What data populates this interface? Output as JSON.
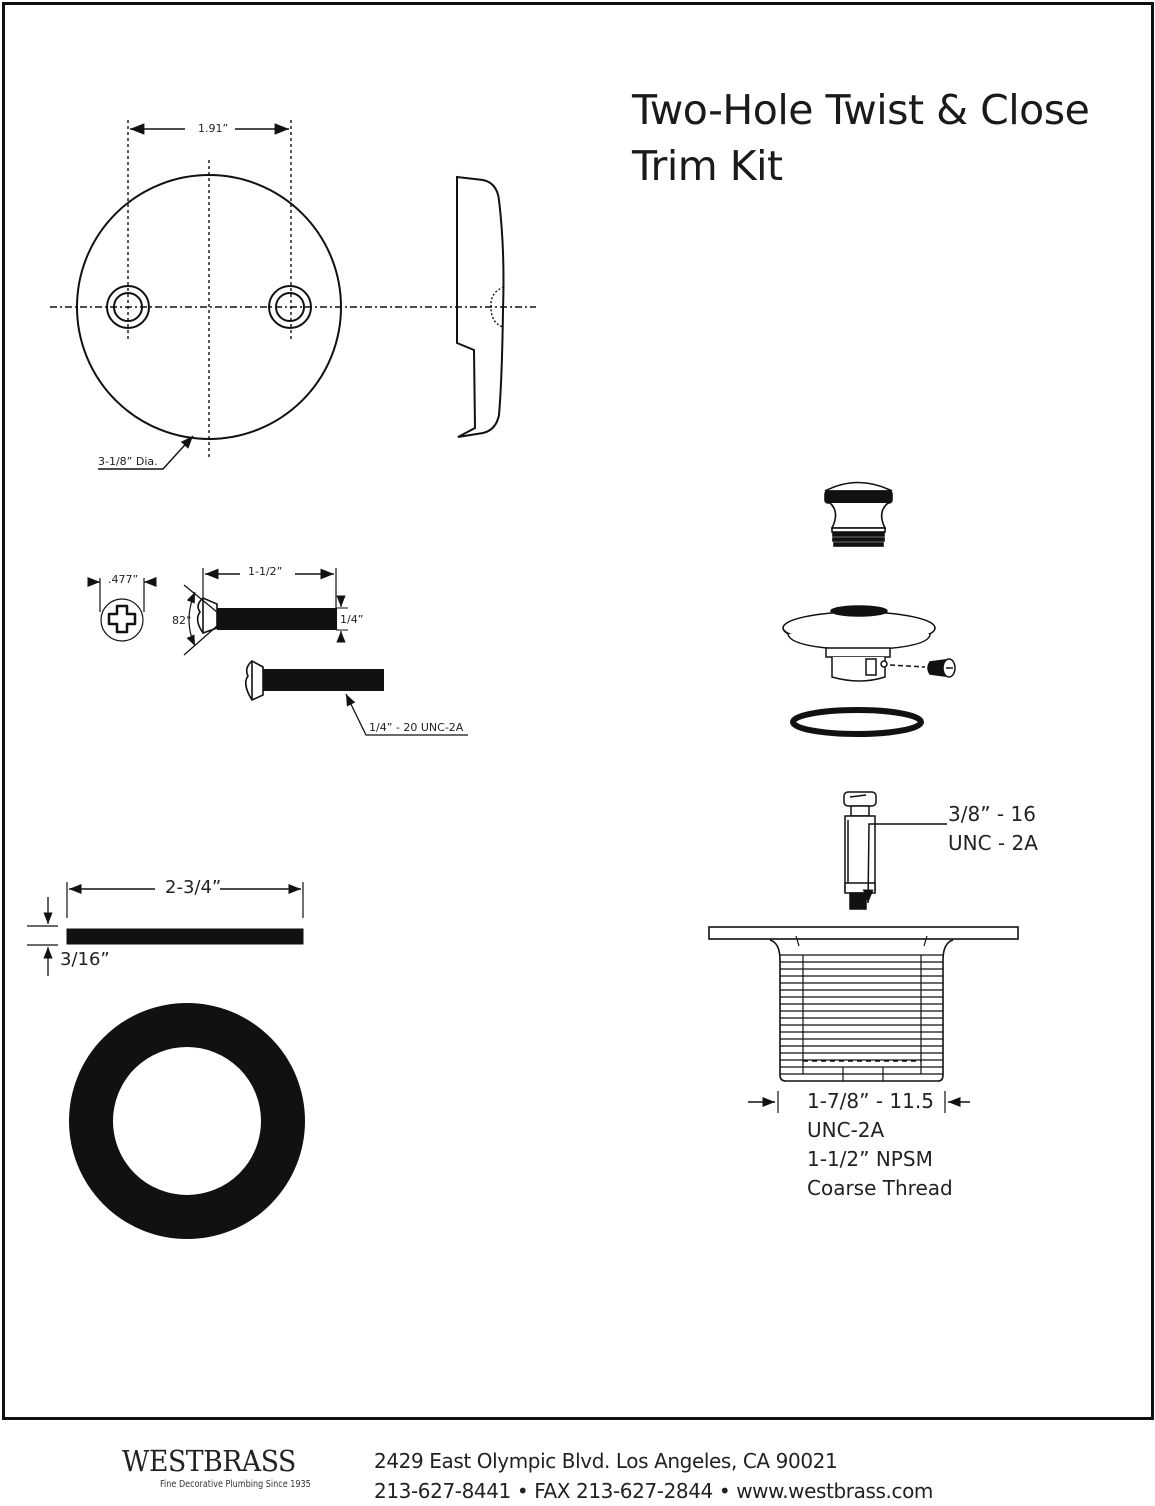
{
  "title": {
    "line1": "Two-Hole Twist & Close",
    "line2": "Trim Kit"
  },
  "faceplate": {
    "hole_spacing": "1.91”",
    "diameter": "3-1/8” Dia."
  },
  "screw": {
    "head_diameter": ".477”",
    "length": "1-1/2”",
    "angle": "82°",
    "shank_diameter": "1/4”",
    "thread": "1/4” - 20 UNC-2A"
  },
  "gasket": {
    "diameter": "2-3/4”",
    "thickness": "3/16”"
  },
  "stopper_bolt": {
    "thread_line1": "3/8” - 16",
    "thread_line2": "UNC - 2A"
  },
  "drain_body": {
    "line1": "1-7/8” - 11.5",
    "line2": "UNC-2A",
    "line3": "1-1/2” NPSM",
    "line4": "Coarse Thread"
  },
  "footer": {
    "brand": "WESTBRASS",
    "tagline": "Fine Decorative Plumbing Since 1935",
    "address": "2429 East Olympic Blvd. Los Angeles, CA  90021",
    "contact": "213-627-8441 • FAX 213-627-2844 • www.westbrass.com"
  }
}
